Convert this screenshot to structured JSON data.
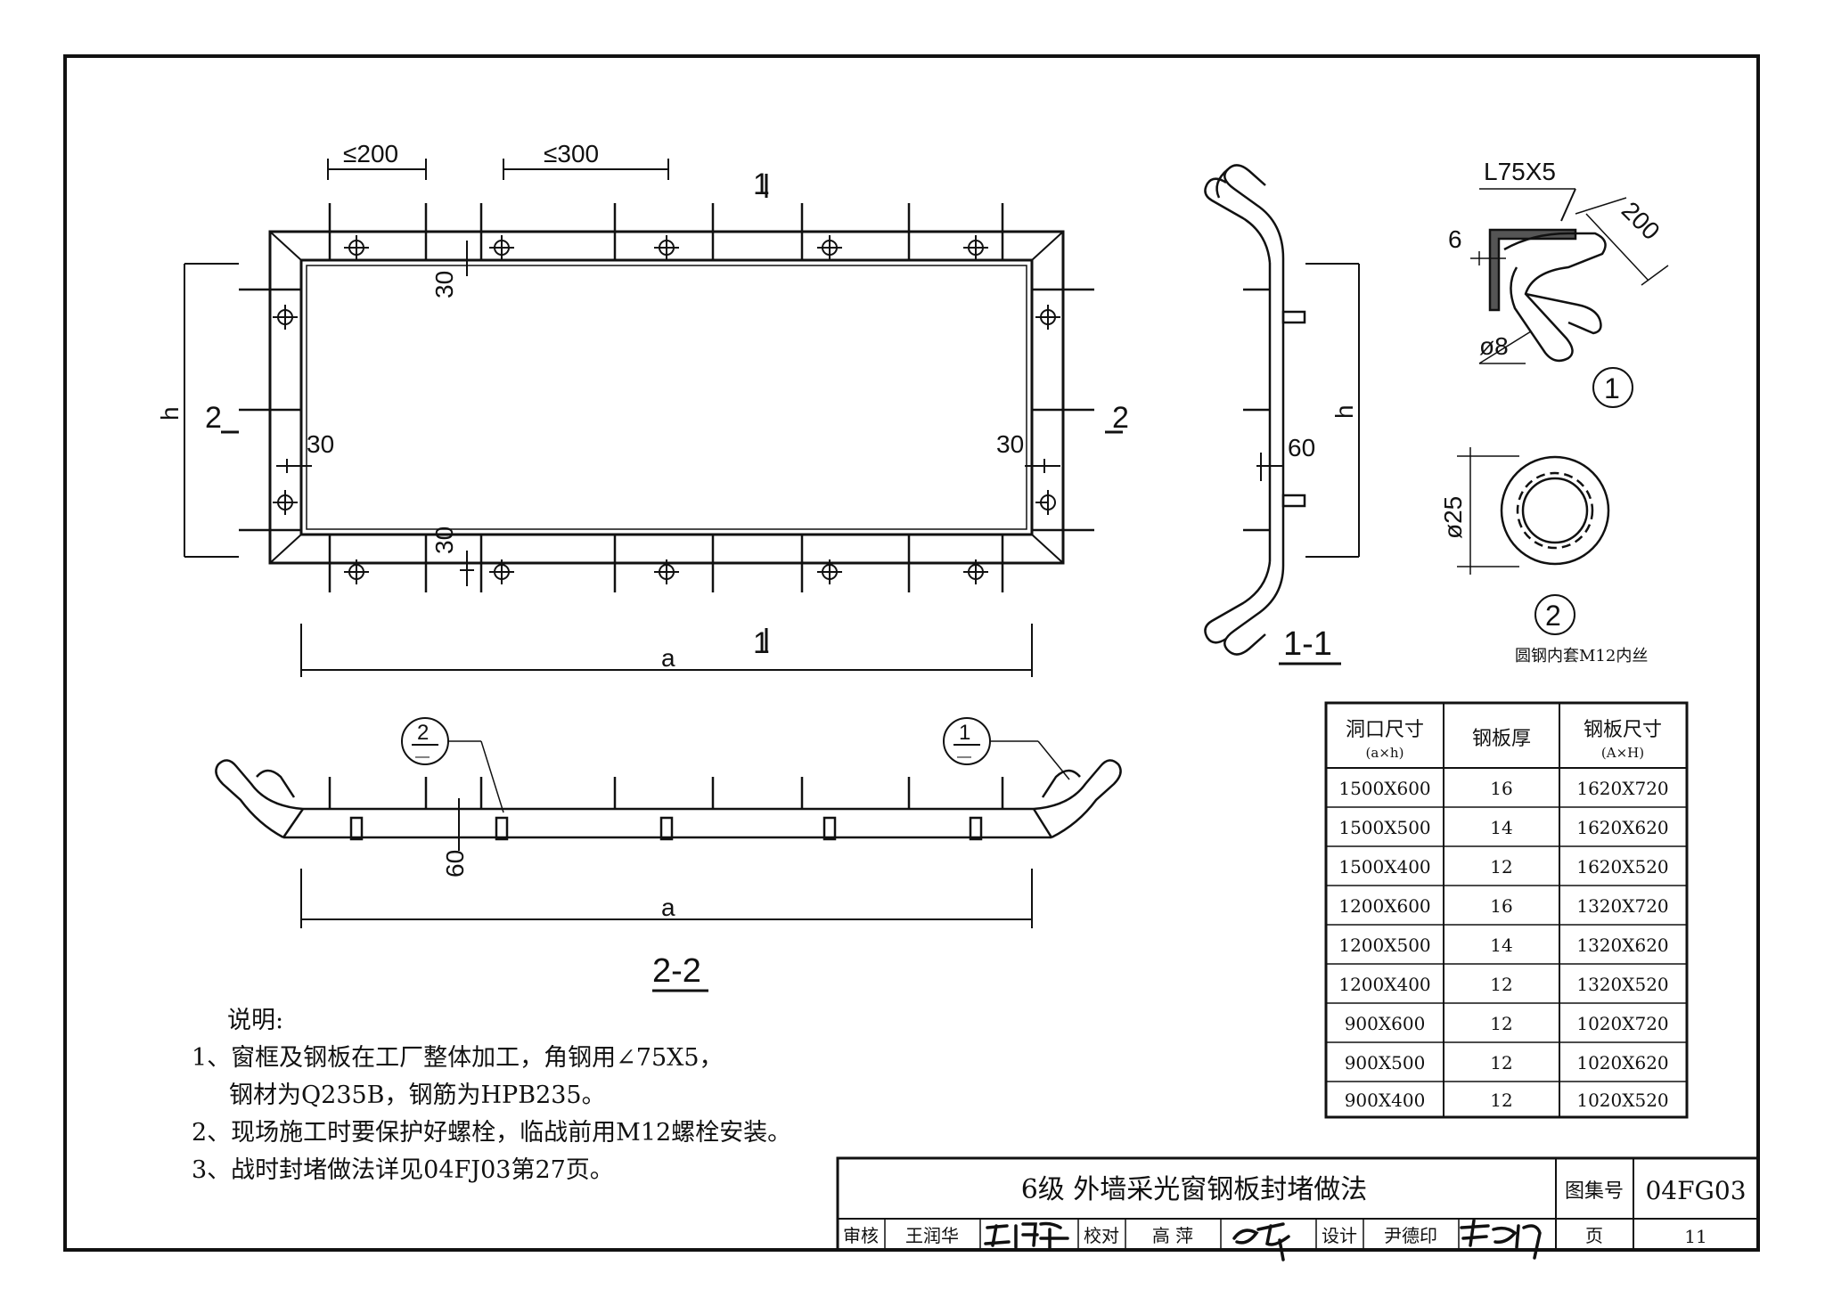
{
  "plan": {
    "dim_spacing_edge": "≤200",
    "dim_spacing_mid": "≤300",
    "section_mark_1": "1",
    "section_mark_2": "2",
    "offset_30": "30",
    "height_label": "h",
    "width_label": "a"
  },
  "section_1_1": {
    "title": "1-1",
    "dim_60": "60",
    "height_label": "h"
  },
  "section_2_2": {
    "title": "2-2",
    "dim_60": "60",
    "width_label": "a",
    "callout_left": "2",
    "callout_right": "1",
    "callout_sub": "—"
  },
  "detail_1": {
    "angle_label": "L75X5",
    "thickness_label": "6",
    "bar_label": "ø8",
    "length_label": "200",
    "number": "1"
  },
  "detail_2": {
    "dia_label": "ø25",
    "number": "2",
    "caption": "圆钢内套M12内丝"
  },
  "table": {
    "headers": [
      {
        "main": "洞口尺寸",
        "sub": "(a×h)"
      },
      {
        "main": "钢板厚",
        "sub": ""
      },
      {
        "main": "钢板尺寸",
        "sub": "(A×H)"
      }
    ],
    "rows": [
      [
        "1500X600",
        "16",
        "1620X720"
      ],
      [
        "1500X500",
        "14",
        "1620X620"
      ],
      [
        "1500X400",
        "12",
        "1620X520"
      ],
      [
        "1200X600",
        "16",
        "1320X720"
      ],
      [
        "1200X500",
        "14",
        "1320X620"
      ],
      [
        "1200X400",
        "12",
        "1320X520"
      ],
      [
        "900X600",
        "12",
        "1020X720"
      ],
      [
        "900X500",
        "12",
        "1020X620"
      ],
      [
        "900X400",
        "12",
        "1020X520"
      ]
    ]
  },
  "notes": {
    "heading": "说明:",
    "line1": "1、窗框及钢板在工厂整体加工，角钢用∠75X5，",
    "line1b": "钢材为Q235B，钢筋为HPB235。",
    "line2": "2、现场施工时要保护好螺栓，临战前用M12螺栓安装。",
    "line3": "3、战时封堵做法详见04FJ03第27页。"
  },
  "title_block": {
    "title": "6级  外墙采光窗钢板封堵做法",
    "atlas_label": "图集号",
    "atlas_no": "04FG03",
    "review_label": "审核",
    "reviewer": "王润华",
    "check_label": "校对",
    "checker": "高  萍",
    "design_label": "设计",
    "designer": "尹德印",
    "page_label": "页",
    "page_no": "11"
  }
}
